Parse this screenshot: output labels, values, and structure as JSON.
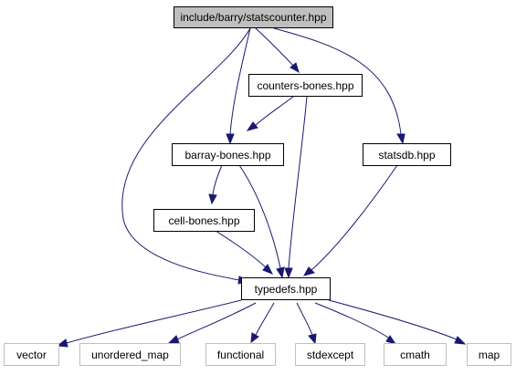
{
  "diagram": {
    "colors": {
      "edge": "#191970",
      "root_fill": "#bfbfbf",
      "node_border": "#000000",
      "external_border": "#bfbfbf",
      "background": "#ffffff"
    },
    "nodes": [
      {
        "id": "statscounter",
        "label": "include/barry/statscounter.hpp",
        "kind": "root"
      },
      {
        "id": "counters_bones",
        "label": "counters-bones.hpp",
        "kind": "internal"
      },
      {
        "id": "barray_bones",
        "label": "barray-bones.hpp",
        "kind": "internal"
      },
      {
        "id": "statsdb",
        "label": "statsdb.hpp",
        "kind": "internal"
      },
      {
        "id": "cell_bones",
        "label": "cell-bones.hpp",
        "kind": "internal"
      },
      {
        "id": "typedefs",
        "label": "typedefs.hpp",
        "kind": "internal"
      },
      {
        "id": "vector",
        "label": "vector",
        "kind": "external"
      },
      {
        "id": "unordered_map",
        "label": "unordered_map",
        "kind": "external"
      },
      {
        "id": "functional",
        "label": "functional",
        "kind": "external"
      },
      {
        "id": "stdexcept",
        "label": "stdexcept",
        "kind": "external"
      },
      {
        "id": "cmath",
        "label": "cmath",
        "kind": "external"
      },
      {
        "id": "map",
        "label": "map",
        "kind": "external"
      }
    ],
    "edges": [
      {
        "from": "statscounter",
        "to": "typedefs"
      },
      {
        "from": "statscounter",
        "to": "barray_bones"
      },
      {
        "from": "statscounter",
        "to": "counters_bones"
      },
      {
        "from": "statscounter",
        "to": "statsdb"
      },
      {
        "from": "counters_bones",
        "to": "barray_bones"
      },
      {
        "from": "counters_bones",
        "to": "typedefs"
      },
      {
        "from": "barray_bones",
        "to": "cell_bones"
      },
      {
        "from": "barray_bones",
        "to": "typedefs"
      },
      {
        "from": "cell_bones",
        "to": "typedefs"
      },
      {
        "from": "statsdb",
        "to": "typedefs"
      },
      {
        "from": "typedefs",
        "to": "vector"
      },
      {
        "from": "typedefs",
        "to": "unordered_map"
      },
      {
        "from": "typedefs",
        "to": "functional"
      },
      {
        "from": "typedefs",
        "to": "stdexcept"
      },
      {
        "from": "typedefs",
        "to": "cmath"
      },
      {
        "from": "typedefs",
        "to": "map"
      }
    ]
  }
}
